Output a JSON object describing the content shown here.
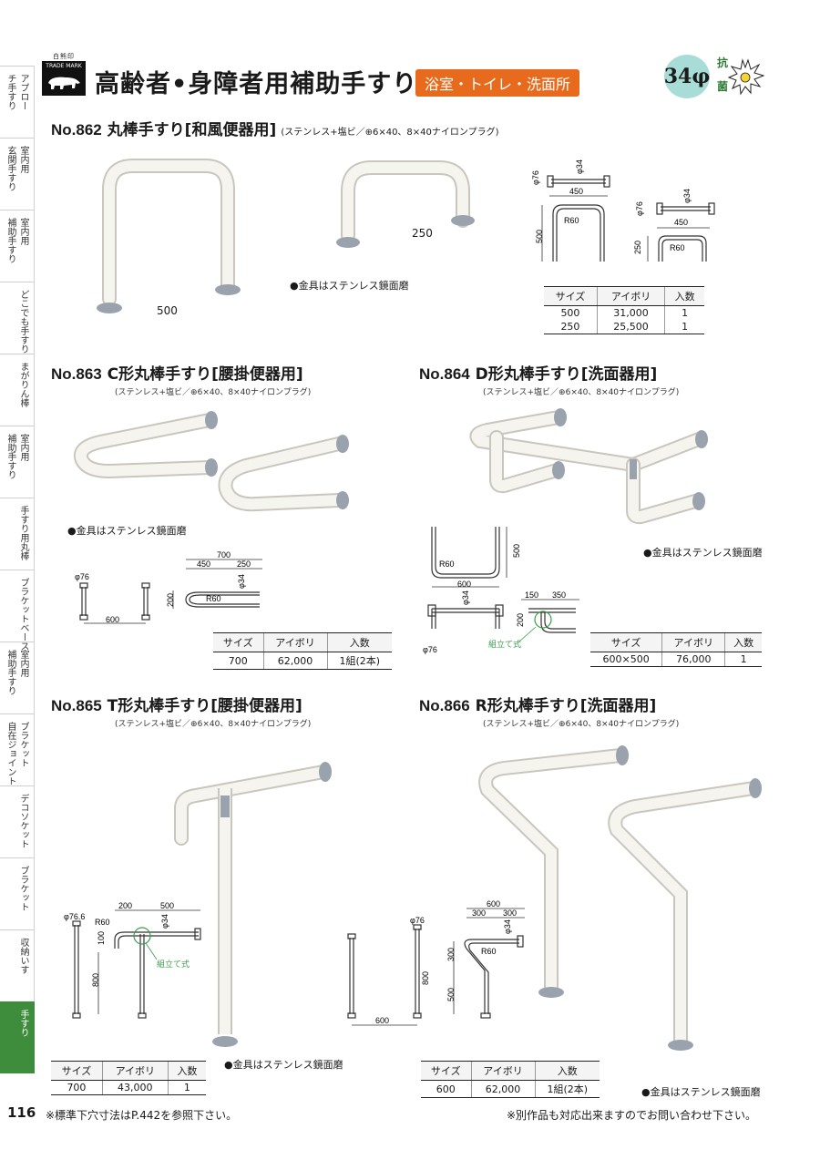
{
  "sidebar": {
    "tabs": [
      {
        "lines": [
          "アプロー",
          "チ手すり"
        ]
      },
      {
        "lines": [
          "室内用",
          "玄関手すり"
        ]
      },
      {
        "lines": [
          "室内用",
          "補助手すり"
        ]
      },
      {
        "lines": [
          "どこでも手すり"
        ]
      },
      {
        "lines": [
          "まがりん棒"
        ]
      },
      {
        "lines": [
          "室内用",
          "補助手すり"
        ]
      },
      {
        "lines": [
          "手すり用丸棒"
        ]
      },
      {
        "lines": [
          "ブラケットベース"
        ]
      },
      {
        "lines": [
          "室内用",
          "補助手すり"
        ]
      },
      {
        "lines": [
          "ブラケット",
          "自在ジョイント"
        ]
      },
      {
        "lines": [
          "デコソケット"
        ]
      },
      {
        "lines": [
          "ブラケット"
        ]
      },
      {
        "lines": [
          "収納いす"
        ]
      },
      {
        "lines": [
          "手すり"
        ]
      }
    ],
    "page_number": "116"
  },
  "header": {
    "logo_top": "白熊印",
    "logo_mark": "TRADE MARK",
    "title": "高齢者•身障者用補助手すり",
    "tag": "浴室・トイレ・洗面所",
    "size_badge": "34φ",
    "ab_line1": "抗",
    "ab_line2": "菌"
  },
  "products": [
    {
      "no": "No.862",
      "name": "丸棒手すり[和風便器用]",
      "spec": "(ステンレス+塩ビ／⊕6×40、8×40ナイロンプラグ)",
      "note": "●金具はステンレス鏡面磨",
      "photo_labels": [
        "500",
        "250"
      ],
      "dims": [
        "φ76",
        "φ34",
        "450",
        "R60",
        "500",
        "φ76",
        "φ34",
        "450",
        "250",
        "R60"
      ],
      "table": {
        "headers": [
          "サイズ",
          "アイボリ",
          "入数"
        ],
        "rows": [
          [
            "500",
            "31,000",
            "1"
          ],
          [
            "250",
            "25,500",
            "1"
          ]
        ]
      }
    },
    {
      "no": "No.863",
      "name": "C形丸棒手すり[腰掛便器用]",
      "spec": "(ステンレス+塩ビ／⊕6×40、8×40ナイロンプラグ)",
      "note": "●金具はステンレス鏡面磨",
      "dims": [
        "φ76",
        "600",
        "700",
        "450",
        "250",
        "φ34",
        "200",
        "R60"
      ],
      "table": {
        "headers": [
          "サイズ",
          "アイボリ",
          "入数"
        ],
        "rows": [
          [
            "700",
            "62,000",
            "1組(2本)"
          ]
        ]
      }
    },
    {
      "no": "No.864",
      "name": "D形丸棒手すり[洗面器用]",
      "spec": "(ステンレス+塩ビ／⊕6×40、8×40ナイロンプラグ)",
      "note": "●金具はステンレス鏡面磨",
      "dims": [
        "R60",
        "500",
        "600",
        "φ34",
        "φ76",
        "150",
        "350",
        "200"
      ],
      "assembly": "組立て式",
      "table": {
        "headers": [
          "サイズ",
          "アイボリ",
          "入数"
        ],
        "rows": [
          [
            "600×500",
            "76,000",
            "1"
          ]
        ]
      }
    },
    {
      "no": "No.865",
      "name": "T形丸棒手すり[腰掛便器用]",
      "spec": "(ステンレス+塩ビ／⊕6×40、8×40ナイロンプラグ)",
      "note": "●金具はステンレス鏡面磨",
      "dims": [
        "φ76.6",
        "R60",
        "200",
        "500",
        "φ34",
        "100",
        "800"
      ],
      "assembly": "組立て式",
      "table": {
        "headers": [
          "サイズ",
          "アイボリ",
          "入数"
        ],
        "rows": [
          [
            "700",
            "43,000",
            "1"
          ]
        ]
      }
    },
    {
      "no": "No.866",
      "name": "R形丸棒手すり[洗面器用]",
      "spec": "(ステンレス+塩ビ／⊕6×40、8×40ナイロンプラグ)",
      "note": "●金具はステンレス鏡面磨",
      "dims": [
        "600",
        "300",
        "300",
        "φ76",
        "φ34",
        "R60",
        "300",
        "800",
        "500",
        "600"
      ],
      "table": {
        "headers": [
          "サイズ",
          "アイボリ",
          "入数"
        ],
        "rows": [
          [
            "600",
            "62,000",
            "1組(2本)"
          ]
        ]
      }
    }
  ],
  "footer": {
    "left": "※標準下穴寸法はP.442を参照下さい。",
    "right": "※別作品も対応出来ますのでお問い合わせ下さい。"
  },
  "colors": {
    "accent_orange": "#e86a1c",
    "tab_active": "#3d8d3d",
    "badge": "#a8dcd6",
    "rail_ivory": "#f3f1ea"
  }
}
